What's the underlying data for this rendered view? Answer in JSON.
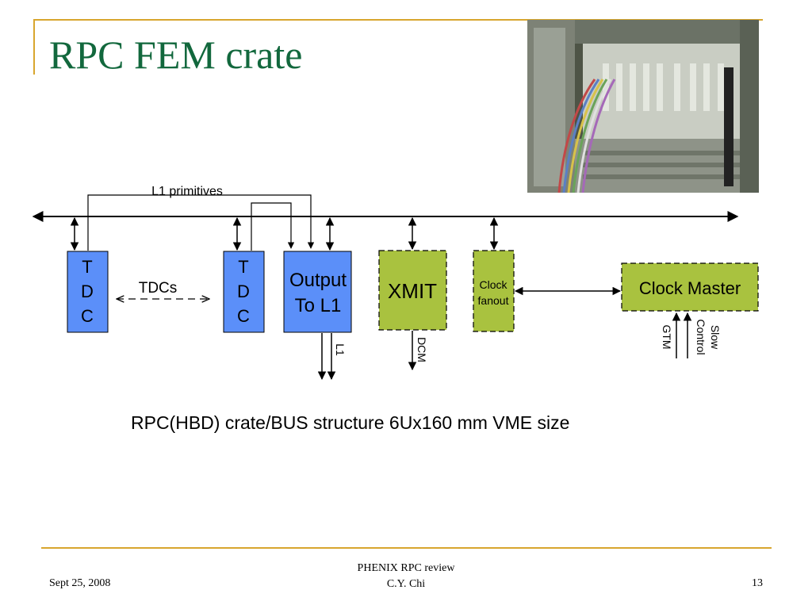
{
  "slide": {
    "title": "RPC FEM crate",
    "caption": "RPC(HBD) crate/BUS structure 6Ux160 mm VME size"
  },
  "diagram": {
    "l1_primitives_label": "L1 primitives",
    "tdcs_label": "TDCs",
    "tdc_letters": [
      "T",
      "D",
      "C"
    ],
    "output_lines": [
      "Output",
      "To L1"
    ],
    "xmit_label": "XMIT",
    "clock_fanout_lines": [
      "Clock",
      "fanout"
    ],
    "clock_master_label": "Clock Master",
    "l1_out_label": "L1",
    "dcm_label": "DCM",
    "gtm_label": "GTM",
    "slow_control_lines": [
      "Slow",
      "Control"
    ],
    "colors": {
      "tdc_fill": "#5b8ff9",
      "output_fill": "#5b8ff9",
      "green_fill": "#a9c23f",
      "accent_rule": "#d8a62e",
      "title_color": "#12683d"
    }
  },
  "footer": {
    "date": "Sept 25, 2008",
    "center_lines": [
      "PHENIX RPC review",
      "C.Y. Chi"
    ],
    "page_number": "13"
  }
}
